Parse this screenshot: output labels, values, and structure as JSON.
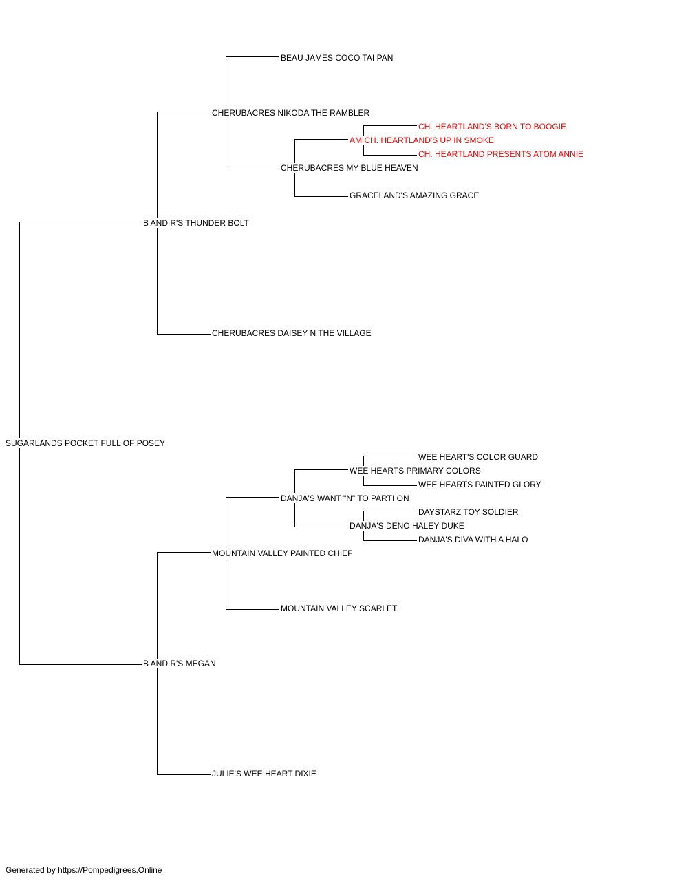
{
  "colors": {
    "line": "#000000",
    "text_default": "#000000",
    "text_highlight": "#ff0000"
  },
  "nodes": {
    "subject": {
      "name": "SUGARLANDS POCKET FULL OF POSEY",
      "highlight": false
    },
    "sire": {
      "name": "B AND R'S THUNDER BOLT",
      "highlight": false
    },
    "sire_sire": {
      "name": "CHERUBACRES NIKODA THE RAMBLER",
      "highlight": false
    },
    "sire_sire_sire": {
      "name": "BEAU JAMES COCO TAI PAN",
      "highlight": false
    },
    "sire_sire_dam": {
      "name": "CHERUBACRES MY BLUE HEAVEN",
      "highlight": false
    },
    "sire_sire_dam_sire": {
      "name": "AM CH. HEARTLAND'S UP IN SMOKE",
      "highlight": true
    },
    "sire_sire_dam_sire_sire": {
      "name": "CH. HEARTLAND'S BORN TO BOOGIE",
      "highlight": true
    },
    "sire_sire_dam_sire_dam": {
      "name": "CH. HEARTLAND PRESENTS ATOM ANNIE",
      "highlight": true
    },
    "sire_sire_dam_dam": {
      "name": "GRACELAND'S AMAZING GRACE",
      "highlight": false
    },
    "sire_dam": {
      "name": "CHERUBACRES DAISEY N THE VILLAGE",
      "highlight": false
    },
    "dam": {
      "name": "B AND R'S MEGAN",
      "highlight": false
    },
    "dam_sire": {
      "name": "MOUNTAIN VALLEY PAINTED CHIEF",
      "highlight": false
    },
    "dam_sire_sire": {
      "name": "DANJA'S WANT \"N\" TO PARTI ON",
      "highlight": false
    },
    "dam_sire_sire_sire": {
      "name": "WEE HEARTS PRIMARY COLORS",
      "highlight": false
    },
    "dam_sire_sire_sire_sire": {
      "name": "WEE HEART'S COLOR GUARD",
      "highlight": false
    },
    "dam_sire_sire_sire_dam": {
      "name": "WEE HEARTS PAINTED GLORY",
      "highlight": false
    },
    "dam_sire_sire_dam": {
      "name": "DANJA'S DENO HALEY DUKE",
      "highlight": false
    },
    "dam_sire_sire_dam_sire": {
      "name": "DAYSTARZ TOY SOLDIER",
      "highlight": false
    },
    "dam_sire_sire_dam_dam": {
      "name": "DANJA'S DIVA WITH A HALO",
      "highlight": false
    },
    "dam_sire_dam": {
      "name": "MOUNTAIN VALLEY SCARLET",
      "highlight": false
    },
    "dam_dam": {
      "name": "JULIE'S WEE HEART DIXIE",
      "highlight": false
    }
  },
  "footer": {
    "text": "Generated by https://Pompedigrees.Online"
  }
}
